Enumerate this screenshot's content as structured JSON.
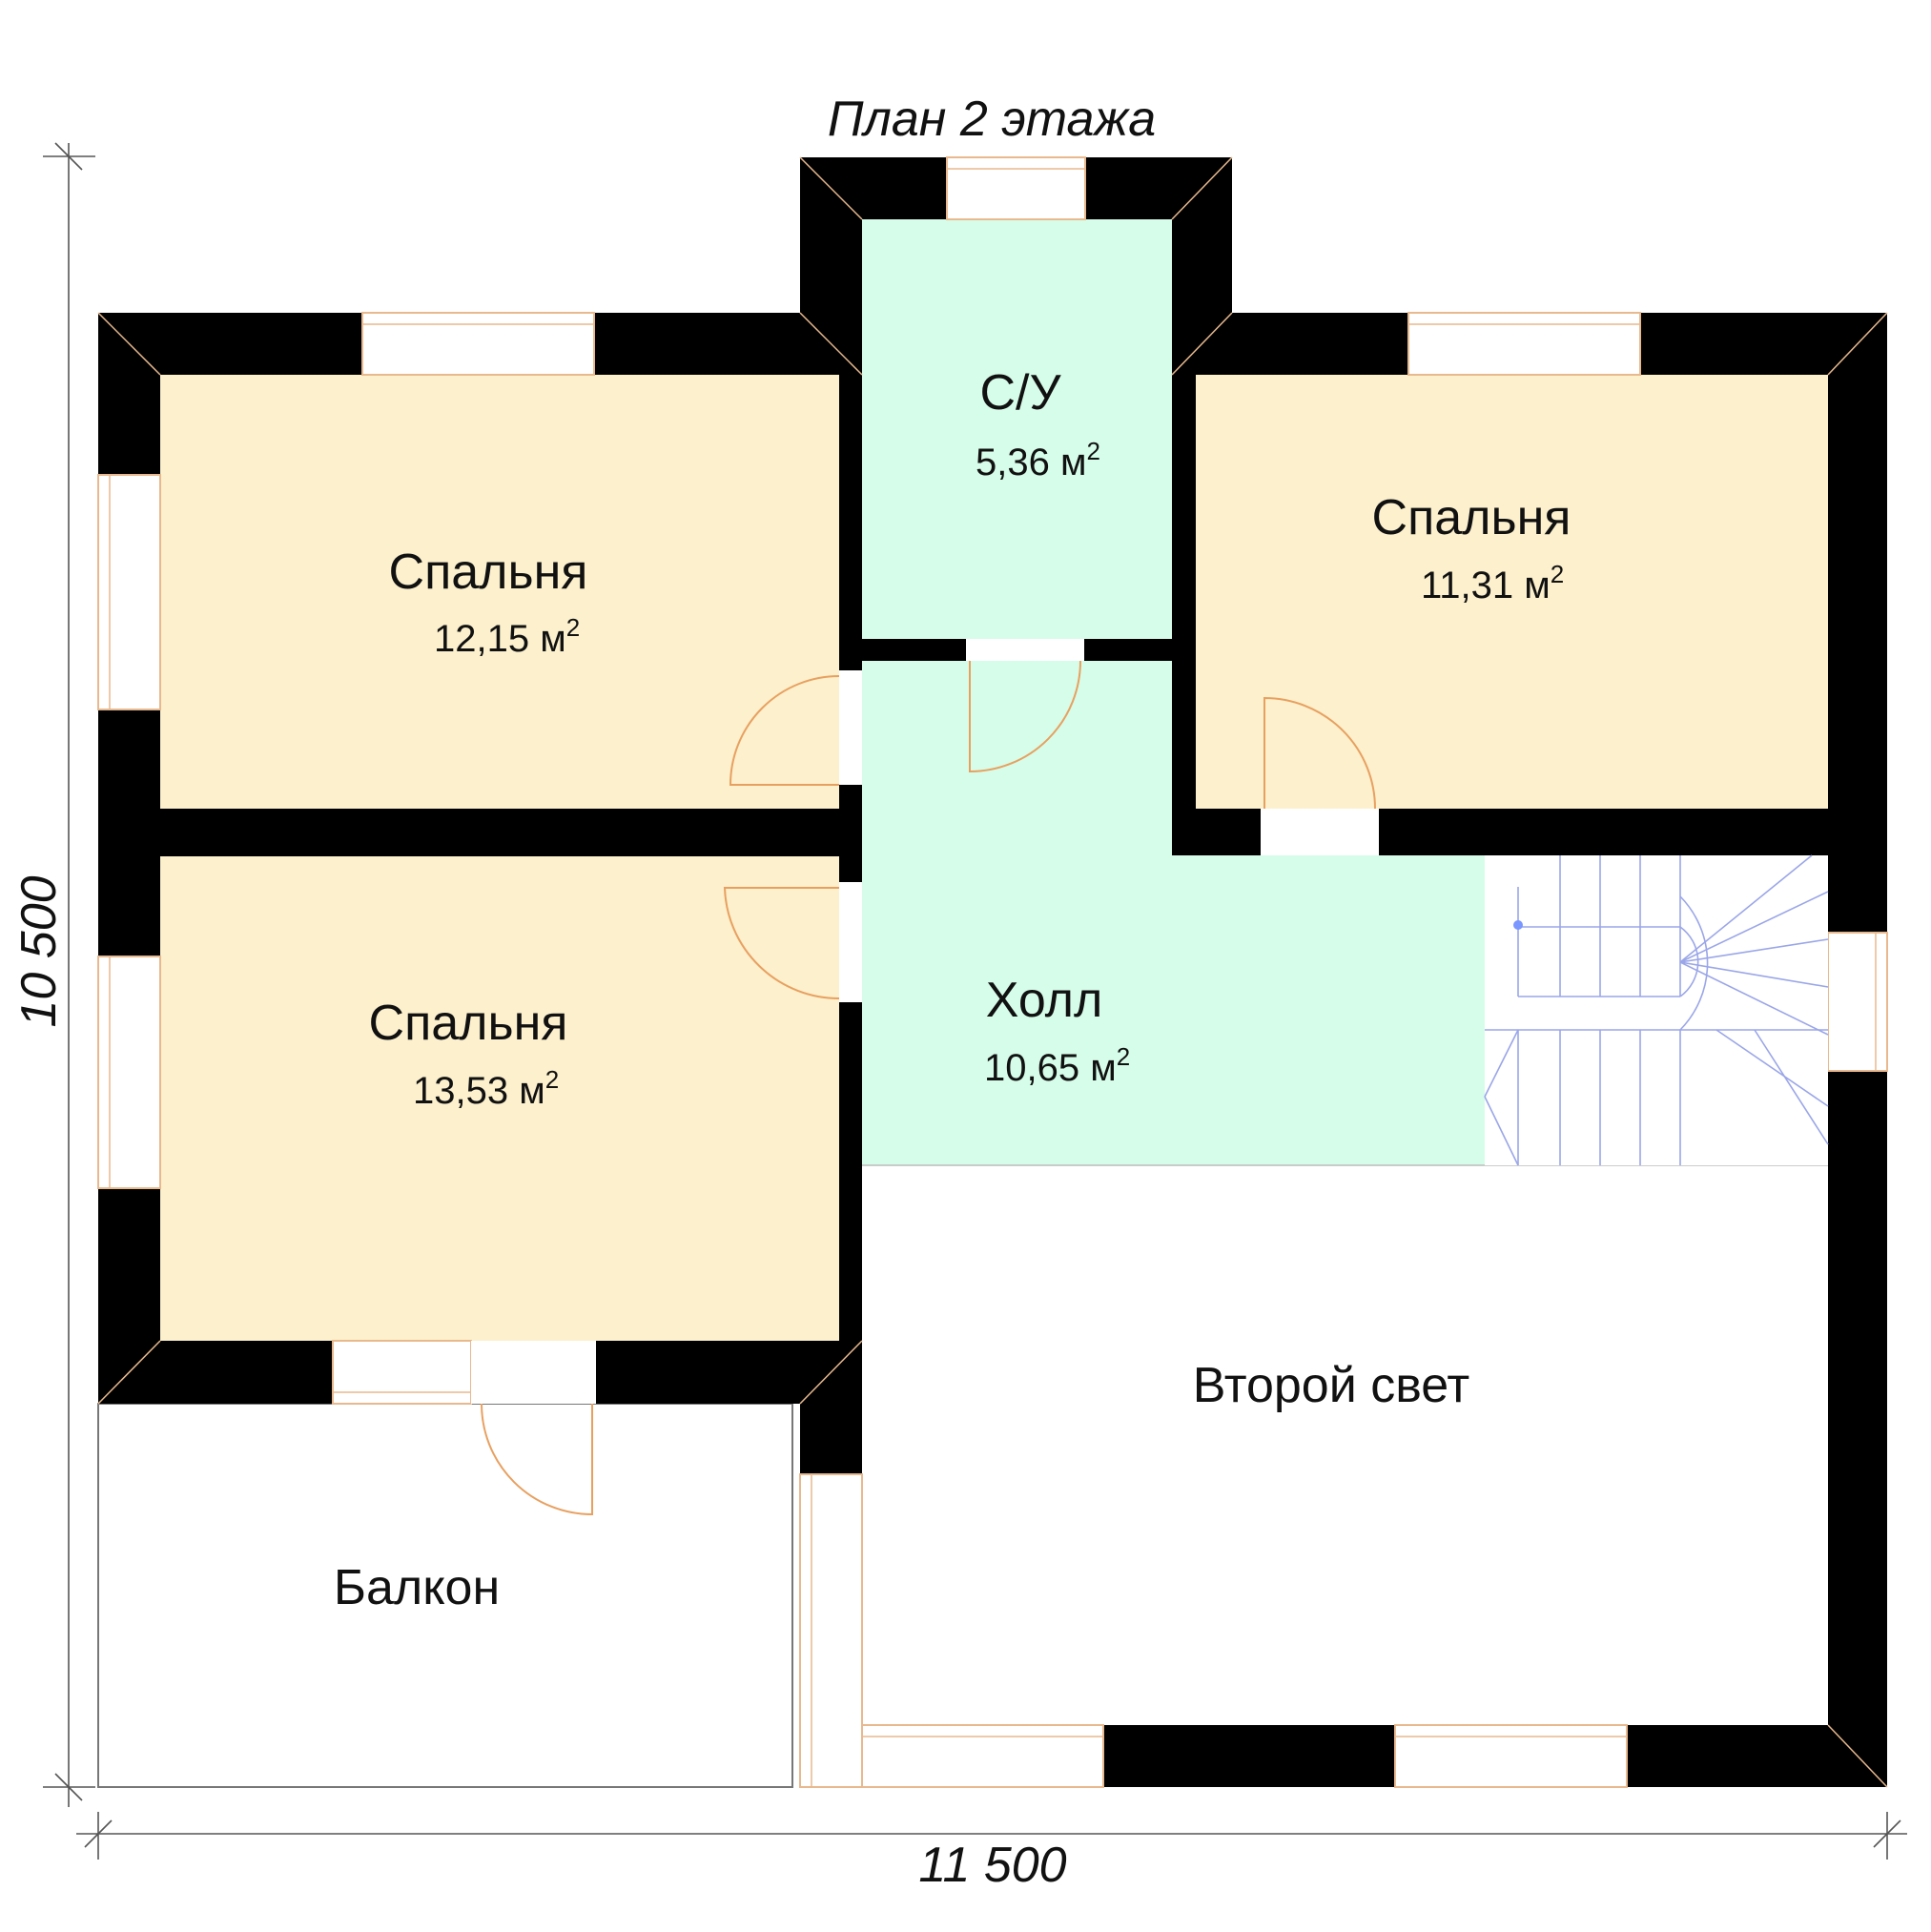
{
  "title": "План 2 этажа",
  "dimensions": {
    "width": "11 500",
    "height": "10 500"
  },
  "colors": {
    "bedroom": "#fcf0cd",
    "wet_area": "#d6fde9",
    "open_area": "#ffffff",
    "wall": "#000000",
    "door": "#e8a060",
    "stair": "#9aa6e8"
  },
  "rooms": {
    "bedroom_top_left": {
      "name": "Спальня",
      "area": "12,15 м",
      "unit_power": "2"
    },
    "bathroom": {
      "name": "С/У",
      "area": "5,36 м",
      "unit_power": "2"
    },
    "bedroom_top_right": {
      "name": "Спальня",
      "area": "11,31 м",
      "unit_power": "2"
    },
    "bedroom_middle_left": {
      "name": "Спальня",
      "area": "13,53 м",
      "unit_power": "2"
    },
    "hall": {
      "name": "Холл",
      "area": "10,65 м",
      "unit_power": "2"
    },
    "second_light": {
      "name": "Второй свет"
    },
    "balcony": {
      "name": "Балкон"
    }
  }
}
